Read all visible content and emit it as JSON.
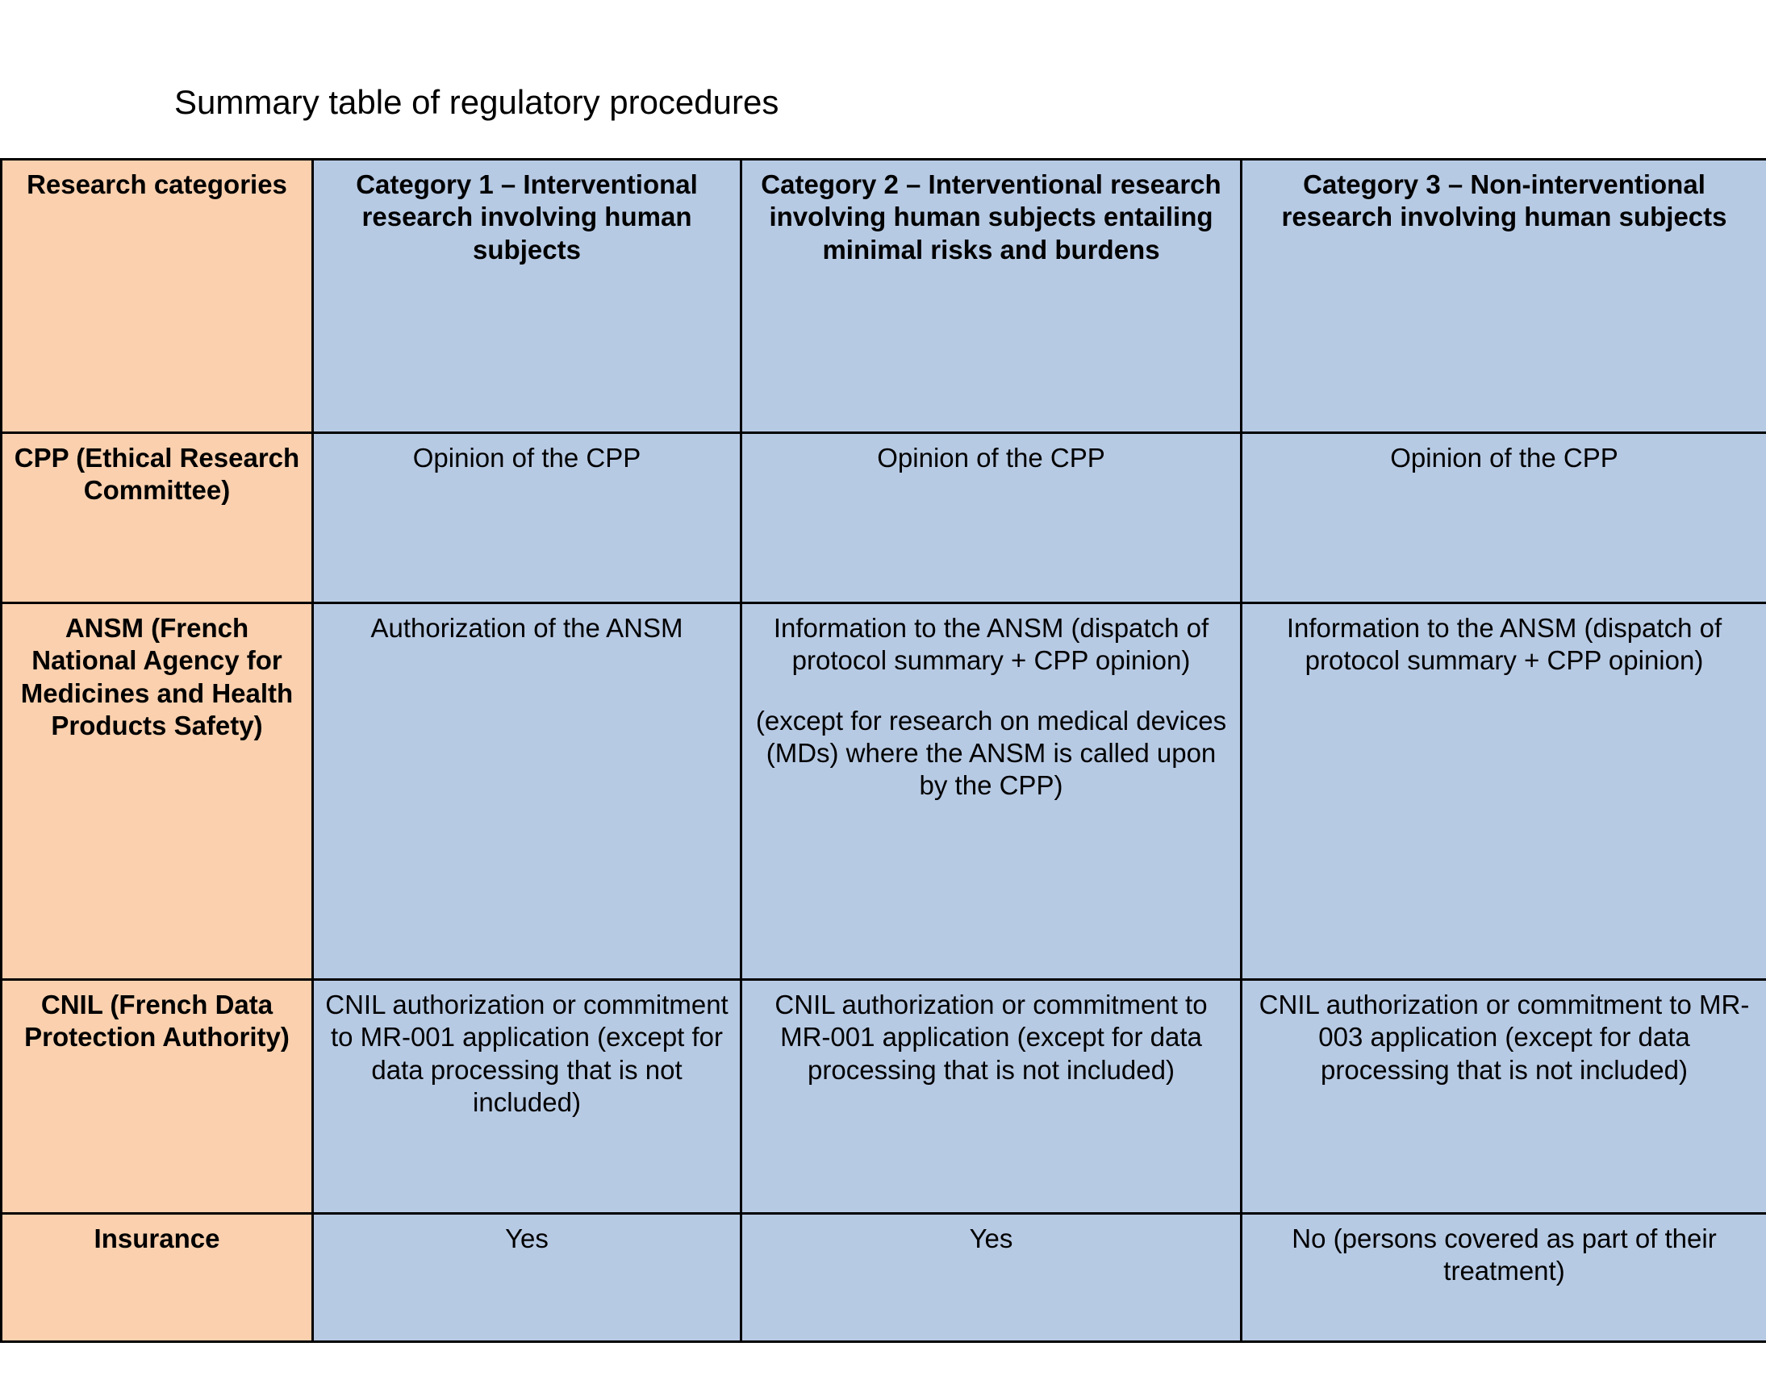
{
  "page": {
    "title": "Summary table of regulatory procedures",
    "colors": {
      "row_header_bg": "#FAD0AE",
      "cell_bg": "#B7CAE4",
      "border": "#000000",
      "text": "#000000",
      "page_bg": "#FFFFFF"
    }
  },
  "table": {
    "columns": [
      {
        "key": "categories",
        "label": "Research categories"
      },
      {
        "key": "cat1",
        "label": "Category 1 – Interventional research involving human subjects"
      },
      {
        "key": "cat2",
        "label": "Category 2 – Interventional research involving human subjects entailing minimal risks and burdens"
      },
      {
        "key": "cat3",
        "label": "Category 3 – Non-interventional research involving human subjects"
      }
    ],
    "rows": [
      {
        "header": "CPP (Ethical Research Committee)",
        "cat1": "Opinion of the CPP",
        "cat2": "Opinion of the CPP",
        "cat3": "Opinion of the CPP"
      },
      {
        "header": "ANSM (French National Agency for Medicines and Health Products Safety)",
        "cat1": "Authorization of the ANSM",
        "cat2": "Information to the ANSM (dispatch of protocol summary + CPP opinion)",
        "cat2_note": "(except for research on medical devices (MDs) where the ANSM is called upon by the CPP)",
        "cat3": "Information to the ANSM (dispatch of protocol summary + CPP opinion)"
      },
      {
        "header": "CNIL (French Data Protection Authority)",
        "cat1": "CNIL authorization or commitment to MR-001 application (except for data processing that is not included)",
        "cat2": "CNIL authorization or commitment to MR-001 application (except for data processing that is not included)",
        "cat3": "CNIL authorization or commitment to MR-003 application (except for data processing that is not included)"
      },
      {
        "header": "Insurance",
        "cat1": "Yes",
        "cat2": "Yes",
        "cat3": "No (persons covered as part of their treatment)"
      }
    ]
  }
}
